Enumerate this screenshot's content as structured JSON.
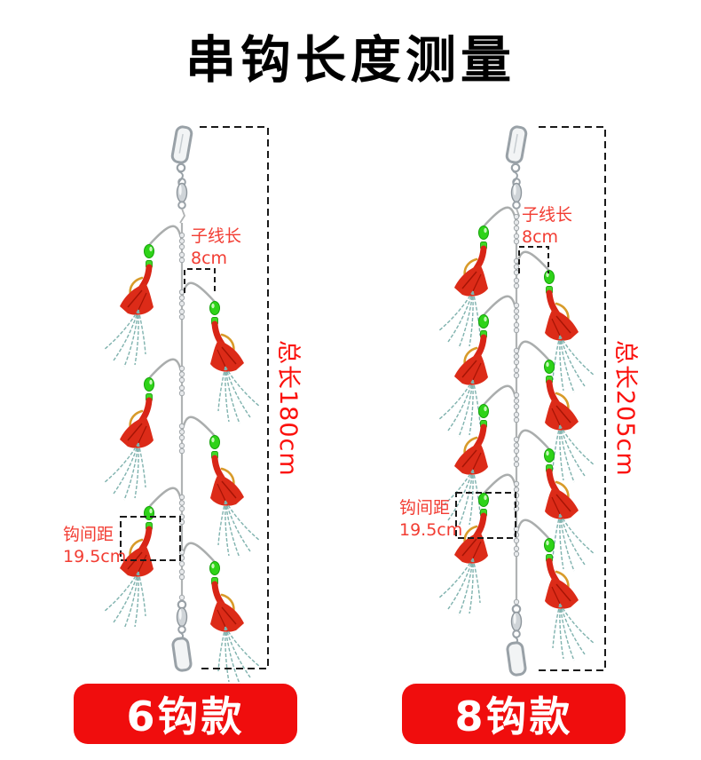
{
  "title": "串钩长度测量",
  "rigs": [
    {
      "name": "6钩款",
      "hook_count": 6,
      "subline_label": "子线长",
      "subline_value": "8cm",
      "total_label": "总长180cm",
      "spacing_label": "钩间距",
      "spacing_value": "19.5cm"
    },
    {
      "name": "8钩款",
      "hook_count": 8,
      "subline_label": "子线长",
      "subline_value": "8cm",
      "total_label": "总长205cm",
      "spacing_label": "钩间距",
      "spacing_value": "19.5cm"
    }
  ],
  "colors": {
    "title_color": "#000000",
    "label_red": "#f23c32",
    "measure_red": "#fb100c",
    "button_bg": "#f00d0d",
    "button_text": "#ffffff",
    "bead_green": "#2ed318",
    "lure_red": "#dc2b18",
    "hook_gold": "#d89b2a",
    "streamer_teal": "#7fb2ae",
    "line_gray": "#b0b3b4",
    "dash_black": "#1a1a1a"
  }
}
